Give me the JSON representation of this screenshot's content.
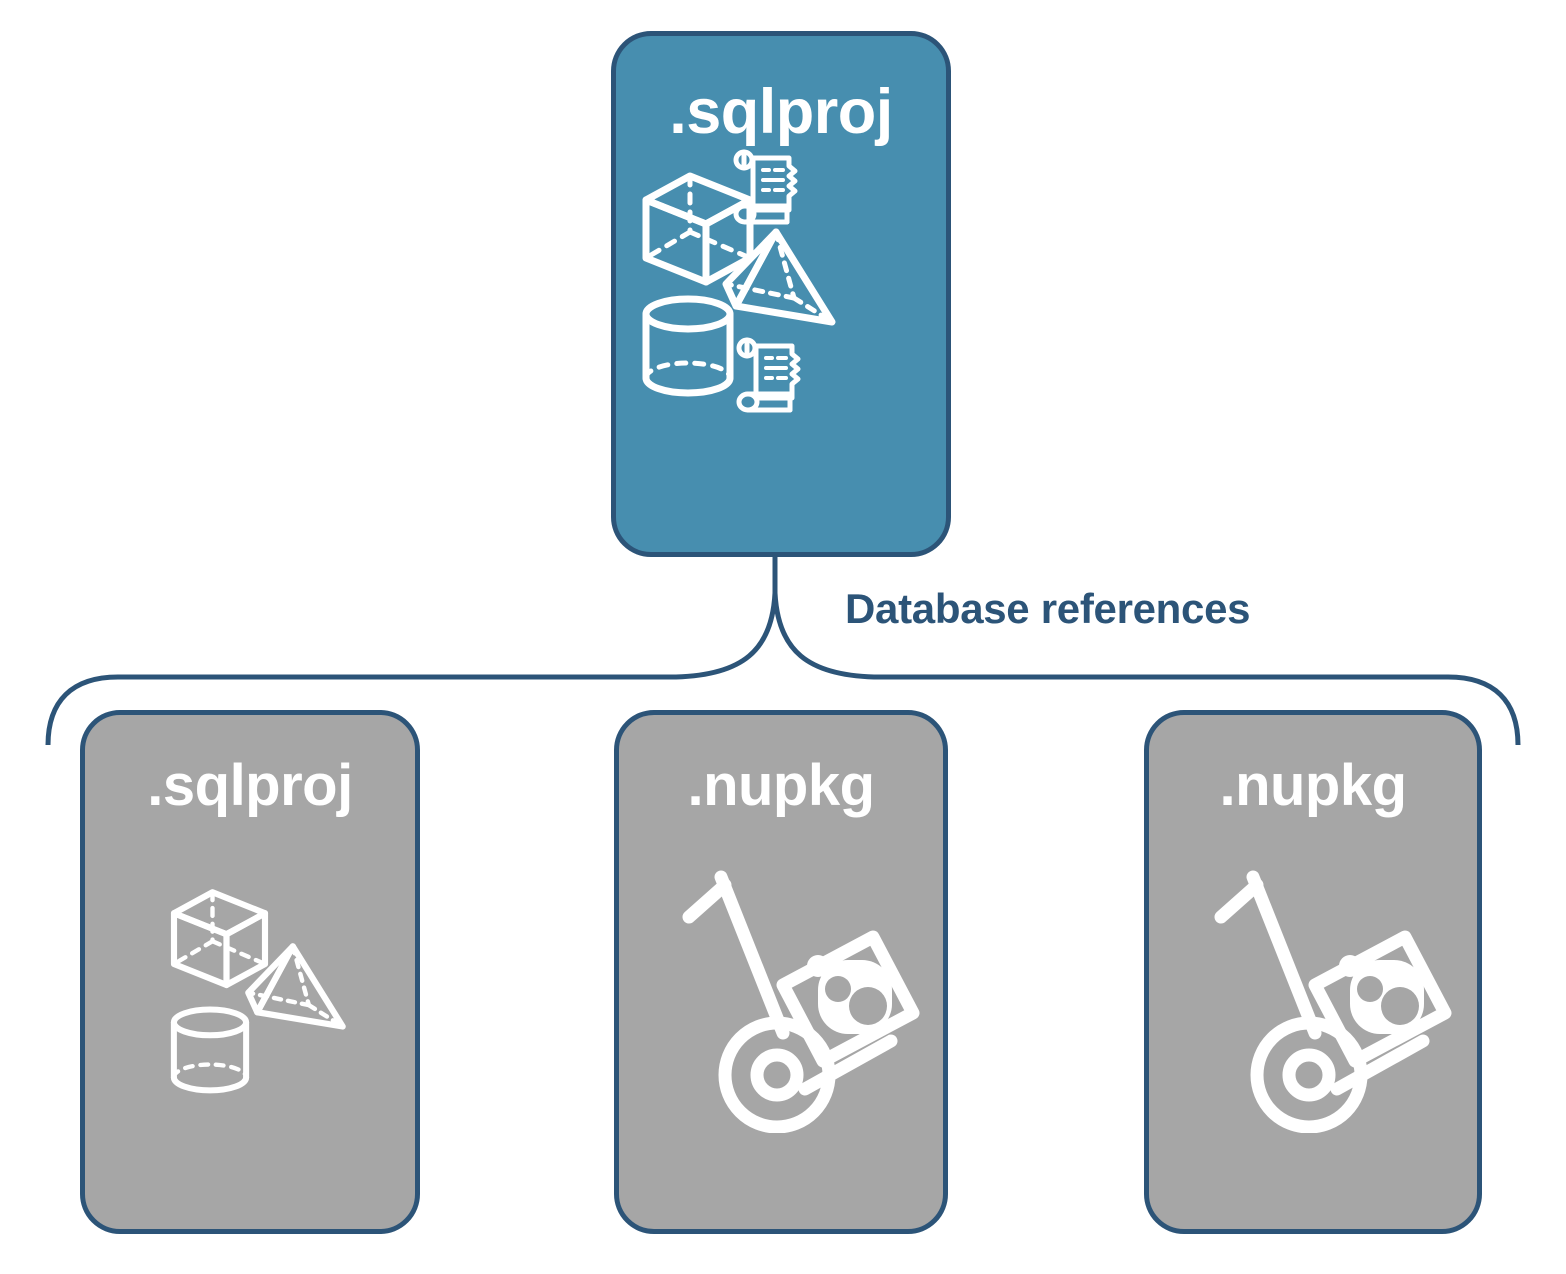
{
  "diagram": {
    "title_text": "Database references",
    "colors": {
      "blue_fill": "#478EAF",
      "gray_fill": "#A6A6A6",
      "outline": "#2C5478",
      "icon_stroke": "#FFFFFF",
      "background": "#FFFFFF"
    }
  },
  "connector": {
    "label": "Database references",
    "name": "database-references-bracket"
  },
  "cards": {
    "top": {
      "label": ".sqlproj",
      "fill": "blue",
      "icons": [
        "cube-wireframe-icon",
        "scroll-icon",
        "pyramid-wireframe-icon",
        "cylinder-wireframe-icon",
        "scroll-icon"
      ]
    },
    "bottom": [
      {
        "label": ".sqlproj",
        "fill": "gray",
        "icons": [
          "cube-wireframe-icon",
          "pyramid-wireframe-icon",
          "cylinder-wireframe-icon"
        ]
      },
      {
        "label": ".nupkg",
        "fill": "gray",
        "icons": [
          "hand-truck-package-icon"
        ]
      },
      {
        "label": ".nupkg",
        "fill": "gray",
        "icons": [
          "hand-truck-package-icon"
        ]
      }
    ]
  }
}
